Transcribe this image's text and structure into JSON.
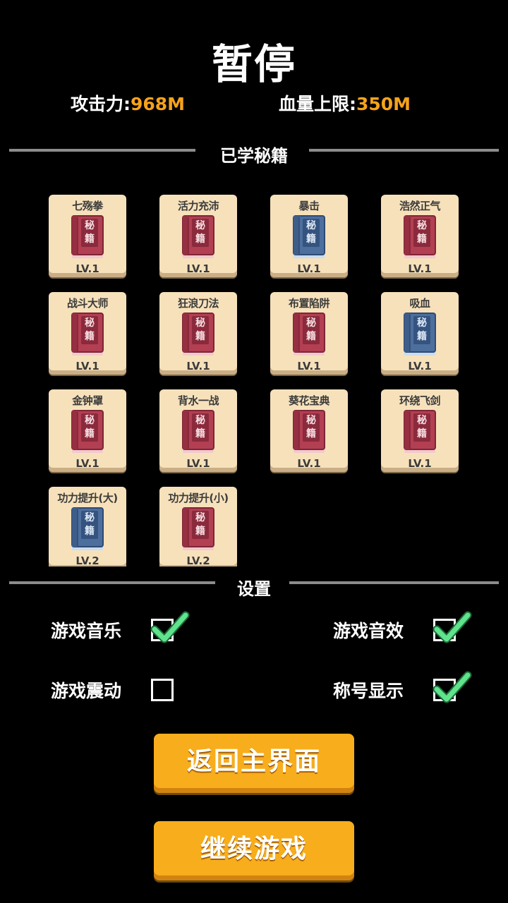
{
  "header": {
    "title": "暂停",
    "attack_label": "攻击力:",
    "attack_value": "968M",
    "hp_label": "血量上限:",
    "hp_value": "350M"
  },
  "skills_section": {
    "title": "已学秘籍",
    "cards": [
      {
        "name": "七殇拳",
        "level": "LV.1",
        "book_color": "red",
        "book_text": "秘籍"
      },
      {
        "name": "活力充沛",
        "level": "LV.1",
        "book_color": "red",
        "book_text": "秘籍"
      },
      {
        "name": "暴击",
        "level": "LV.1",
        "book_color": "blue",
        "book_text": "秘籍"
      },
      {
        "name": "浩然正气",
        "level": "LV.1",
        "book_color": "red",
        "book_text": "秘籍"
      },
      {
        "name": "战斗大师",
        "level": "LV.1",
        "book_color": "red",
        "book_text": "秘籍"
      },
      {
        "name": "狂浪刀法",
        "level": "LV.1",
        "book_color": "red",
        "book_text": "秘籍"
      },
      {
        "name": "布置陷阱",
        "level": "LV.1",
        "book_color": "red",
        "book_text": "秘籍"
      },
      {
        "name": "吸血",
        "level": "LV.1",
        "book_color": "blue",
        "book_text": "秘籍"
      },
      {
        "name": "金钟罩",
        "level": "LV.1",
        "book_color": "red",
        "book_text": "秘籍"
      },
      {
        "name": "背水一战",
        "level": "LV.1",
        "book_color": "red",
        "book_text": "秘籍"
      },
      {
        "name": "葵花宝典",
        "level": "LV.1",
        "book_color": "red",
        "book_text": "秘籍"
      },
      {
        "name": "环绕飞剑",
        "level": "LV.1",
        "book_color": "red",
        "book_text": "秘籍"
      },
      {
        "name": "功力提升(大)",
        "level": "LV.2",
        "book_color": "blue",
        "book_text": "秘籍"
      },
      {
        "name": "功力提升(小)",
        "level": "LV.2",
        "book_color": "red",
        "book_text": "秘籍"
      }
    ]
  },
  "settings_section": {
    "title": "设置",
    "items": [
      {
        "label": "游戏音乐",
        "checked": true
      },
      {
        "label": "游戏音效",
        "checked": true
      },
      {
        "label": "游戏震动",
        "checked": false
      },
      {
        "label": "称号显示",
        "checked": true
      }
    ]
  },
  "buttons": {
    "main_menu": "返回主界面",
    "continue": "继续游戏"
  },
  "colors": {
    "accent_orange": "#f5a21b",
    "card_bg": "#f7e1bb",
    "book_red": "#b33f52",
    "book_blue": "#4d6f9e",
    "check_green": "#5fe38c",
    "button_orange": "#f7ad1c"
  },
  "icons": {
    "book": "secret-book-icon",
    "check": "checkmark-icon"
  }
}
